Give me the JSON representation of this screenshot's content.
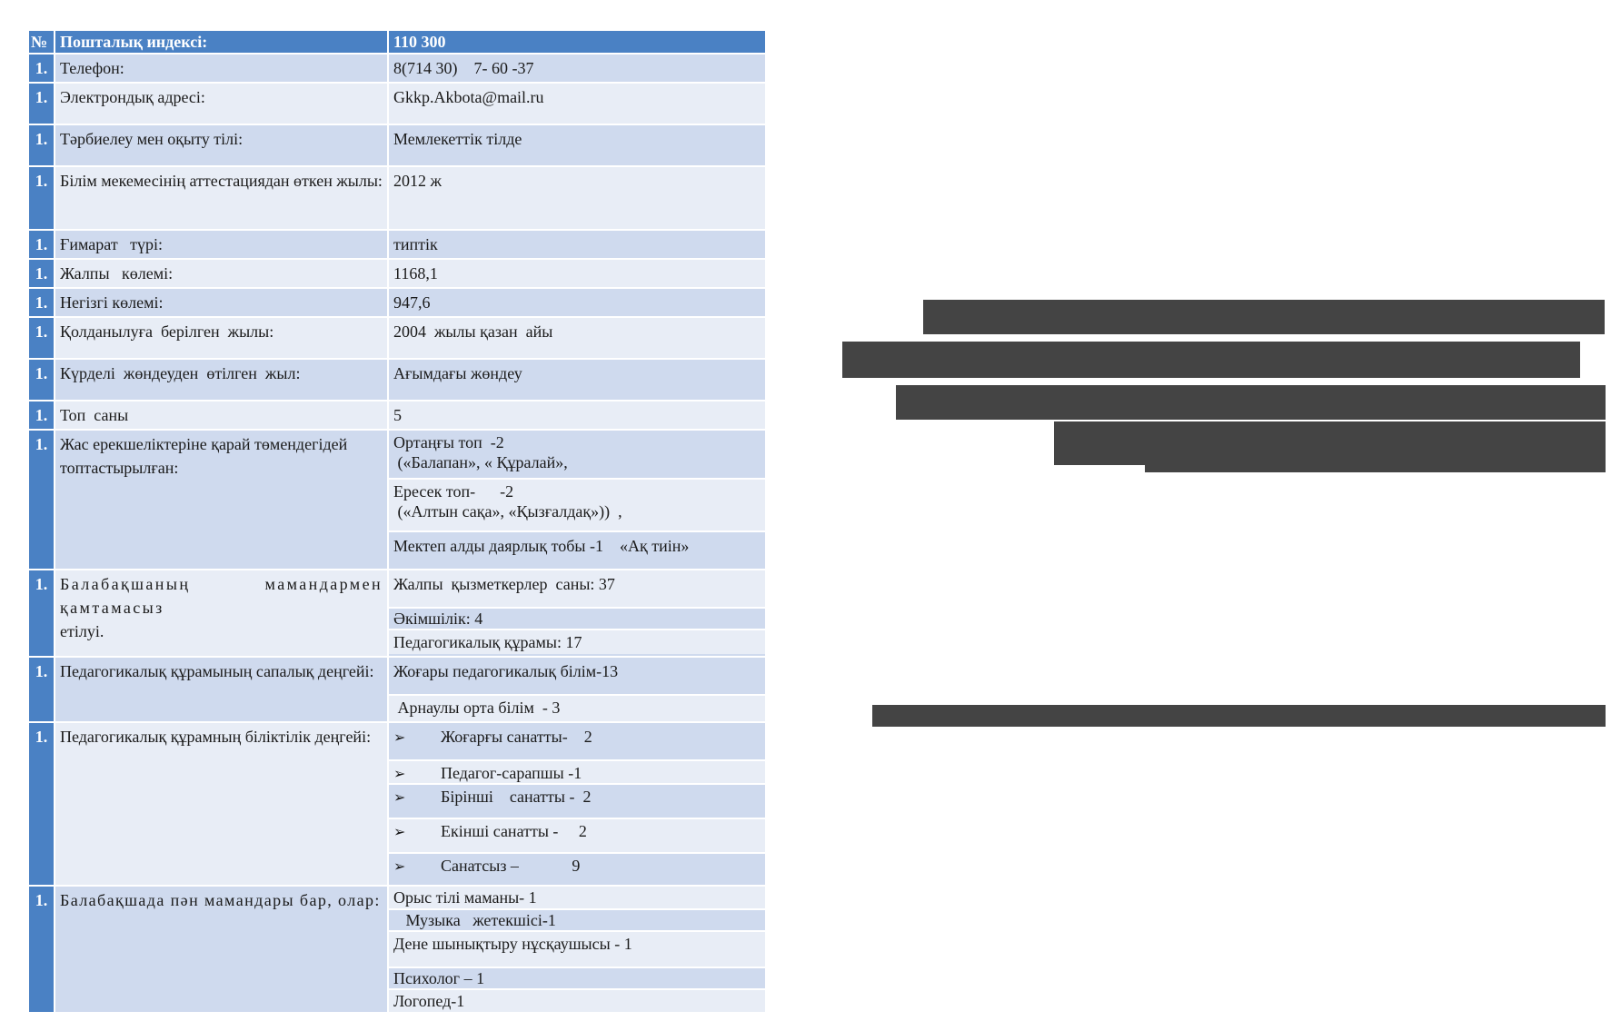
{
  "table": {
    "header": {
      "num": "№",
      "label": "Пошталық  индексі:",
      "value": "110 300"
    },
    "rows": [
      {
        "num": "1.",
        "label": "Телефон:",
        "values": [
          "8(714 30)    7- 60 -37"
        ]
      },
      {
        "num": "1.",
        "label": "Электрондық  адресі:",
        "values": [
          "Gkkp.Akbota@mail.ru"
        ]
      },
      {
        "num": "1.",
        "label": "Тәрбиелеу мен оқыту тілі:",
        "values": [
          "Мемлекеттік тілде"
        ]
      },
      {
        "num": "1.",
        "label": "Білім  мекемесінің  аттестациядан  өткен жылы:",
        "values": [
          "2012 ж"
        ]
      },
      {
        "num": "1.",
        "label": "Ғимарат   түрі:",
        "values": [
          "типтік"
        ]
      },
      {
        "num": "1.",
        "label": "Жалпы   көлемі:",
        "values": [
          "1168,1"
        ]
      },
      {
        "num": "1.",
        "label": "Негізгі көлемі:",
        "values": [
          "947,6"
        ]
      },
      {
        "num": "1.",
        "label": "Қолданылуға  берілген  жылы:",
        "values": [
          "2004  жылы қазан  айы"
        ]
      },
      {
        "num": "1.",
        "label": "Күрделі  жөндеуден  өтілген  жыл:",
        "values": [
          "Ағымдағы жөндеу"
        ]
      },
      {
        "num": "1.",
        "label": "Топ  саны",
        "values": [
          "5"
        ]
      },
      {
        "num": "1.",
        "label": "Жас ерекшеліктеріне қарай төмендегідей топтастырылған:",
        "values": [
          "Ортаңғы топ  -2",
          " («Балапан», « Құралай»,",
          "Ересек топ-      -2",
          " («Алтын сақа», «Қызғалдақ»))  ,",
          "Мектеп алды даярлық тобы -1    «Ақ тиін»"
        ]
      },
      {
        "num": "1.",
        "label": "Балабақшаның мамандармен қамтамасыз",
        "label2": "етілуі.",
        "values": [
          "Жалпы  қызметкерлер  саны: 37",
          "Әкімшілік: 4",
          "Педагогикалық құрамы: 17"
        ]
      },
      {
        "num": "1.",
        "label": "Педагогикалық  құрамының   сапалық деңгейі:",
        "values": [
          "Жоғары педагогикалық білім-13",
          " Арнаулы орта білім  - 3"
        ]
      },
      {
        "num": "1.",
        "label": "Педагогикалық құрамның біліктілік деңгейі:",
        "values": [
          "Жоғарғы санатты-    2",
          "Педагог-сарапшы -1",
          "Бірінші    санатты -  2",
          "Екінші санатты -     2",
          "Санатсыз –             9"
        ]
      },
      {
        "num": "1.",
        "label": "Балабақшада  пән  мамандары   бар, олар:",
        "values": [
          "Орыс тілі маманы- 1",
          "   Музыка   жетекшісі-1",
          "Дене шынықтыру нұсқаушысы - 1",
          "Психолог – 1",
          "Логопед-1"
        ]
      }
    ],
    "arrow_glyph": "➢"
  },
  "colors": {
    "header": "#4a81c4",
    "cell": "#cfdaee",
    "cell_alt": "#e8edf6",
    "redact": "#444444"
  }
}
